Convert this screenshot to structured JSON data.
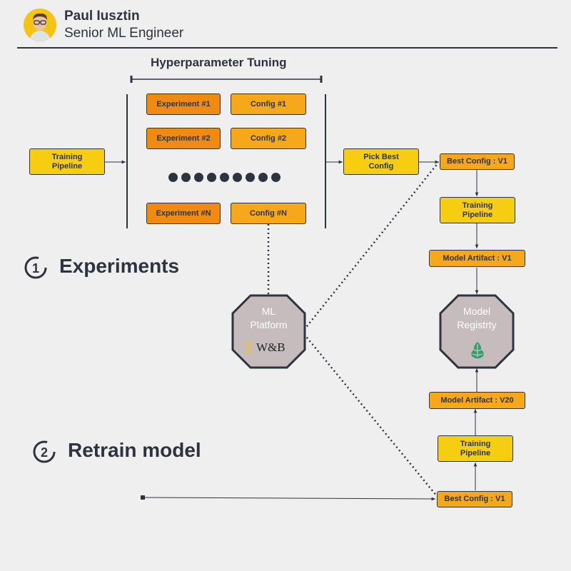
{
  "header": {
    "name": "Paul Iusztin",
    "role": "Senior ML Engineer"
  },
  "sections": {
    "experiments": {
      "number": "1",
      "title": "Experiments"
    },
    "retrain": {
      "number": "2",
      "title": "Retrain model"
    }
  },
  "hyperparameter_tuning": {
    "title": "Hyperparameter Tuning",
    "experiments": [
      "Experiment #1",
      "Experiment #2",
      "Experiment #N"
    ],
    "configs": [
      "Config #1",
      "Config #2",
      "Config #N"
    ],
    "ellipsis_dot_count": 9
  },
  "nodes": {
    "training_pipeline_left": "Training Pipeline",
    "pick_best_config": "Pick Best Config",
    "best_config_top": "Best Config : V1",
    "training_pipeline_top": "Training Pipeline",
    "model_artifact_v1": "Model Artifact : V1",
    "model_artifact_v20": "Model Artifact : V20",
    "training_pipeline_bottom": "Training Pipeline",
    "best_config_bottom": "Best Config : V1"
  },
  "ml_platform": {
    "label_line1": "ML",
    "label_line2": "Platform",
    "logo_text": "W&B"
  },
  "model_registry": {
    "label_line1": "Model",
    "label_line2": "Registrty"
  },
  "colors": {
    "ink": "#2d3440",
    "background": "#efefef",
    "experiment_fill": "#f08a12",
    "config_fill": "#f6a71a",
    "pipeline_fill": "#f7cd12",
    "octagon_fill": "#c6bcbd",
    "registry_logo": "#2ea36c",
    "wandb_dots": "#f2c218"
  },
  "icons": {
    "ml_platform_logo": "wandb-logo-icon",
    "registry_logo": "hopsworks-logo-icon",
    "section_1_icon": "number-one-circle-icon",
    "section_2_icon": "number-two-circle-icon"
  }
}
